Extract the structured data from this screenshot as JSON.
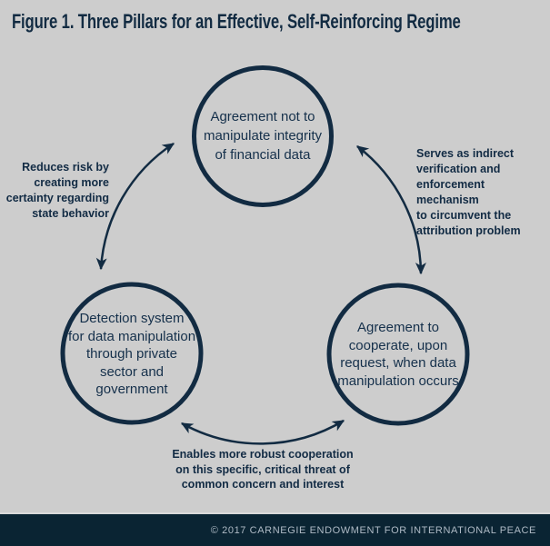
{
  "title": "Figure 1. Three Pillars for an Effective, Self-Reinforcing Regime",
  "colors": {
    "background": "#cdcdcd",
    "ink": "#122b42",
    "footer_background": "#0a2433",
    "footer_text": "#aebac5"
  },
  "diagram": {
    "nodes": {
      "top": {
        "label": "Agreement not to\nmanipulate integrity\nof financial data"
      },
      "left": {
        "label": "Detection system\nfor data manipulation\nthrough private\nsector and\ngovernment"
      },
      "right": {
        "label": "Agreement to\ncooperate, upon\nrequest, when data\nmanipulation occurs"
      }
    },
    "edges": {
      "left": {
        "label": "Reduces risk by\ncreating more\ncertainty regarding\nstate behavior"
      },
      "right": {
        "label": "Serves as indirect\nverification and\nenforcement mechanism\nto circumvent the\nattribution problem"
      },
      "bottom": {
        "label": "Enables more robust cooperation\non this specific, critical threat of\ncommon concern and interest"
      }
    }
  },
  "footer": {
    "text": "© 2017 CARNEGIE ENDOWMENT FOR INTERNATIONAL PEACE"
  }
}
